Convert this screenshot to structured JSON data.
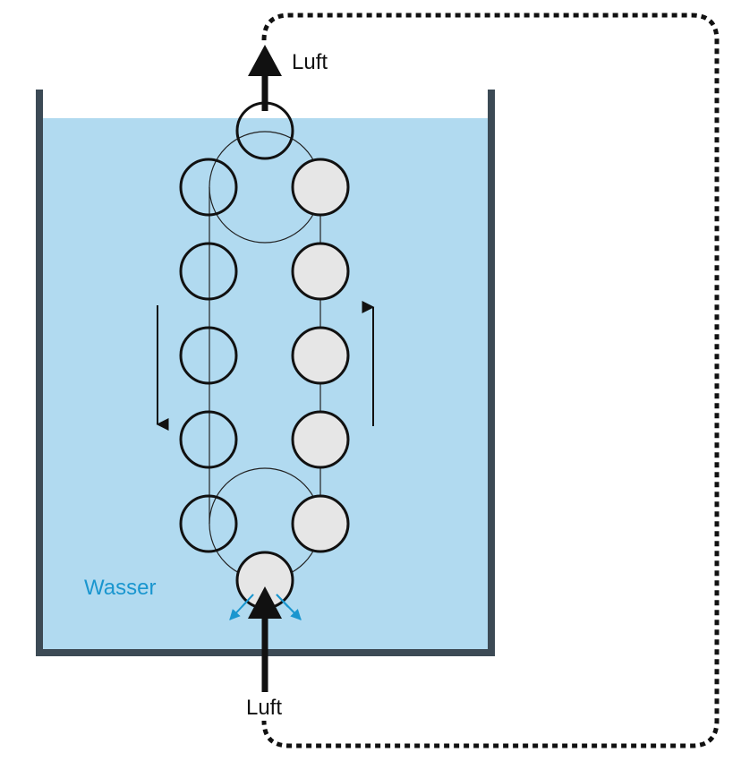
{
  "labels": {
    "air_out": "Luft",
    "air_in": "Luft",
    "water": "Wasser"
  },
  "colors": {
    "water": "#b1daf0",
    "tank_wall": "#3c4a55",
    "outline": "#111111",
    "filled_bucket": "#e6e6e6",
    "water_label": "#1a96cf",
    "bubble_arrow": "#1a96cf",
    "background": "#ffffff"
  }
}
